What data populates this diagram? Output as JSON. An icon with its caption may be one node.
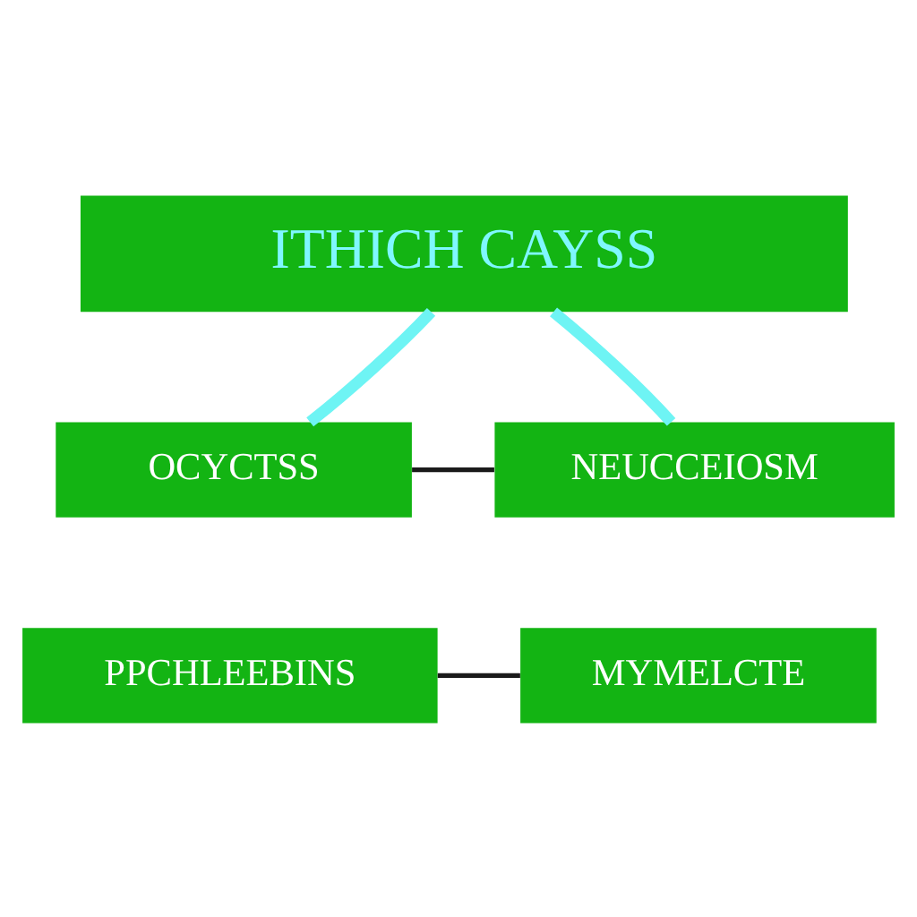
{
  "diagram": {
    "nodes": [
      {
        "text": [
          "ITHICH CAYSS"
        ]
      },
      {
        "text": [
          "OCYCTSS"
        ]
      },
      {
        "text": [
          "NEUCCEIOSM"
        ]
      },
      {
        "text": [
          "PPCHLEEBINS"
        ]
      },
      {
        "text": [
          "MYMELCTE"
        ]
      }
    ],
    "edges": [
      {
        "from": 0,
        "to": 1,
        "arrow": "none",
        "style": "thick",
        "color": "#6ef4f4"
      },
      {
        "from": 0,
        "to": 2,
        "arrow": "none",
        "style": "thick",
        "color": "#6ef4f4"
      },
      {
        "from": 1,
        "to": 2,
        "arrow": "none",
        "color": "#1a1a1a"
      },
      {
        "from": 3,
        "to": 4,
        "arrow": "none",
        "color": "#1a1a1a"
      }
    ]
  }
}
